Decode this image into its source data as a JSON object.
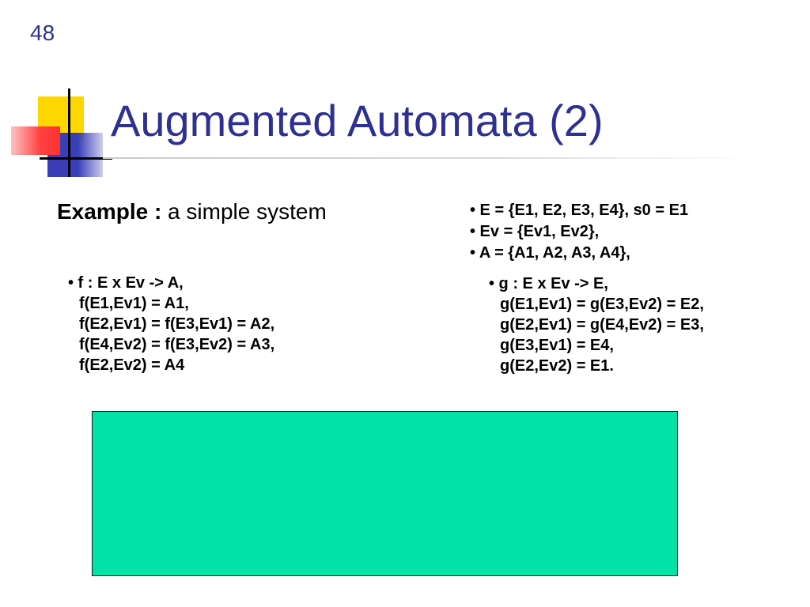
{
  "slide": {
    "number": "48",
    "title": "Augmented Automata (2)"
  },
  "example": {
    "label": "Example :",
    "text": " a simple system"
  },
  "sets": [
    "• E = {E1, E2, E3, E4}, s0 = E1",
    "• Ev = {Ev1, Ev2},",
    "• A = {A1, A2, A3, A4},"
  ],
  "function_f": [
    "• f : E x Ev -> A,",
    "f(E1,Ev1) = A1,",
    "f(E2,Ev1) = f(E3,Ev1) = A2,",
    "f(E4,Ev2) = f(E3,Ev2) = A3,",
    "f(E2,Ev2) = A4"
  ],
  "function_g": [
    "• g : E x Ev -> E,",
    "g(E1,Ev1) = g(E3,Ev2) = E2,",
    "g(E2,Ev1) = g(E4,Ev2) = E3,",
    "g(E3,Ev1) = E4,",
    "g(E2,Ev2) = E1."
  ],
  "colors": {
    "title": "#2e3192",
    "diagram_box": "#00e3a8"
  }
}
